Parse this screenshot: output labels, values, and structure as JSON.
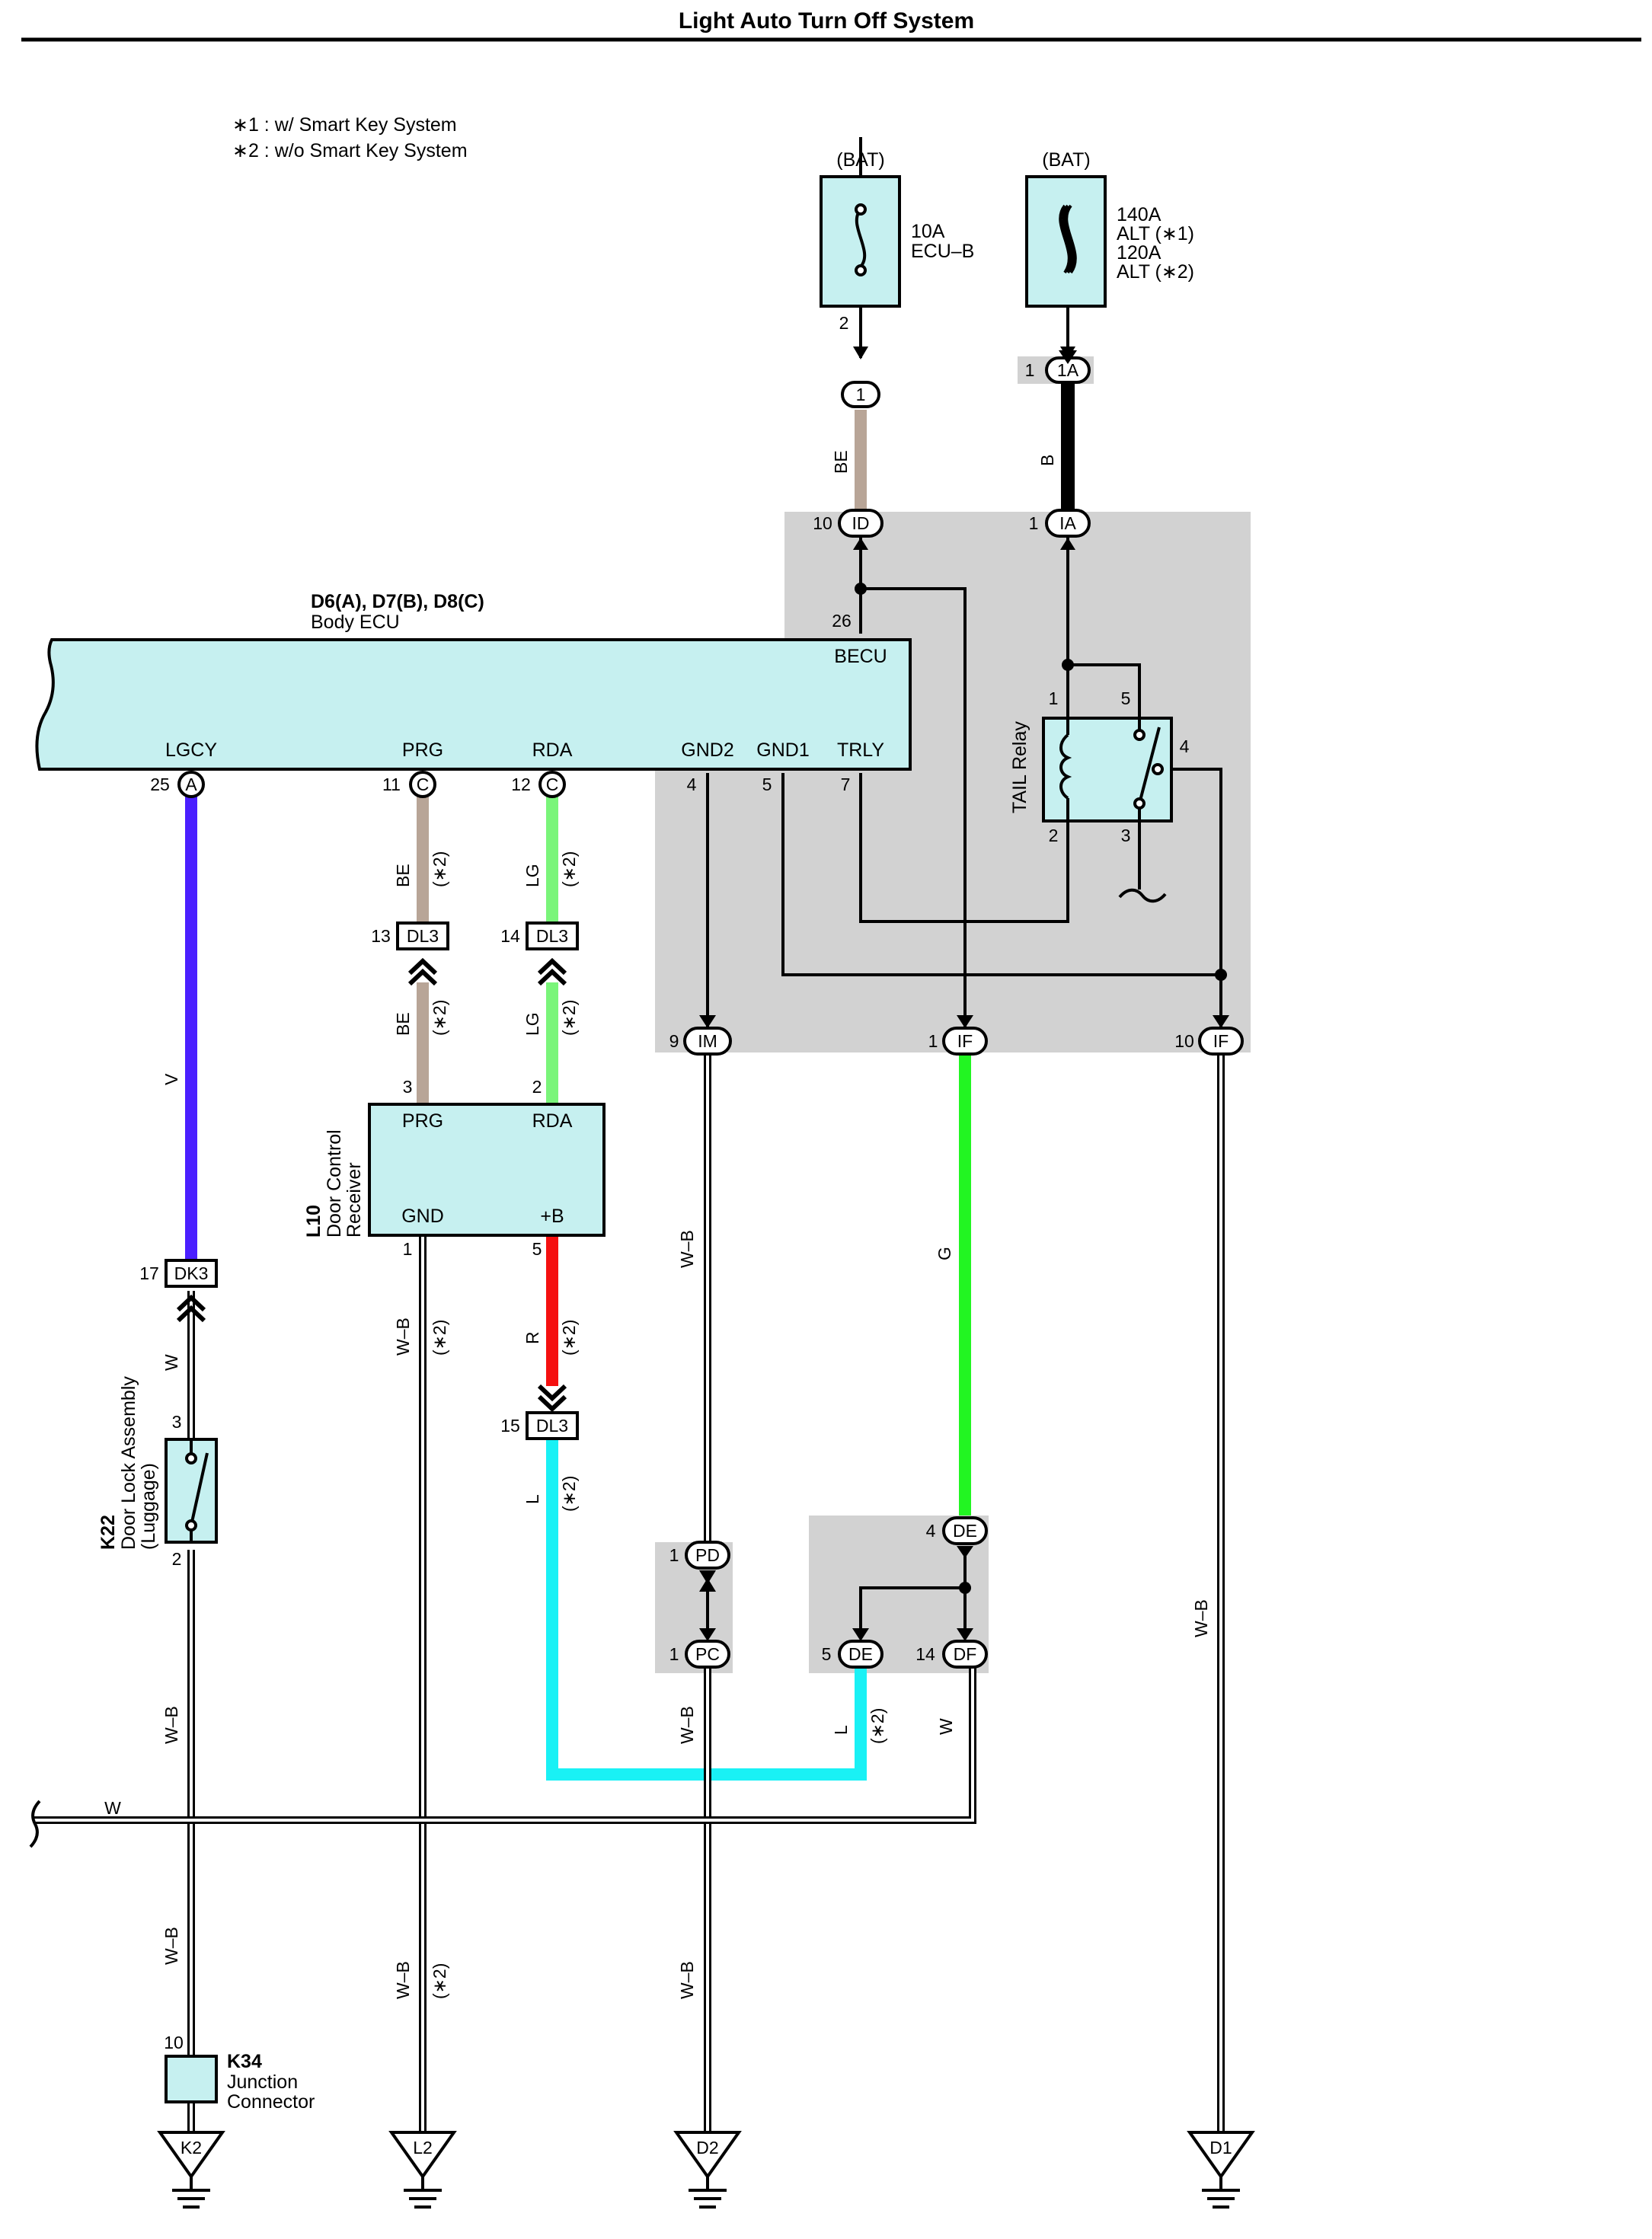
{
  "title": "Light Auto Turn Off System",
  "notes": [
    "∗1 : w/ Smart Key System",
    "∗2 : w/o Smart Key System"
  ],
  "bat1": {
    "label": "(BAT)",
    "fuse_lines": [
      "10A",
      "ECU–B"
    ],
    "pin": "2"
  },
  "bat2": {
    "label": "(BAT)",
    "fuse_lines": [
      "140A",
      "ALT (∗1)",
      "120A",
      "ALT (∗2)"
    ]
  },
  "ecu": {
    "ref": "D6(A), D7(B), D8(C)",
    "name": "Body ECU"
  },
  "ecu_terms": {
    "becu": "BECU",
    "lgcy": "LGCY",
    "prg": "PRG",
    "rda": "RDA",
    "gnd2": "GND2",
    "gnd1": "GND1",
    "trly": "TRLY"
  },
  "relay": {
    "name": "TAIL Relay",
    "p1": "1",
    "p2": "2",
    "p3": "3",
    "p4": "4",
    "p5": "5"
  },
  "receiver": {
    "ref": "L10",
    "name_lines": [
      "Door Control",
      "Receiver"
    ],
    "prg": "PRG",
    "rda": "RDA",
    "gnd": "GND",
    "b": "+B",
    "p3": "3",
    "p2": "2",
    "p1": "1",
    "p5": "5"
  },
  "door_lock": {
    "ref": "K22",
    "name_lines": [
      "Door Lock Assembly",
      "(Luggage)"
    ],
    "p3": "3",
    "p2": "2"
  },
  "junction": {
    "ref": "K34",
    "name_lines": [
      "Junction",
      "Connector"
    ],
    "pin": "10"
  },
  "connectors": {
    "c1": {
      "pin": "",
      "label": "1"
    },
    "c1a": {
      "pin": "1",
      "label": "1A"
    },
    "cid": {
      "pin": "10",
      "label": "ID"
    },
    "cia": {
      "pin": "1",
      "label": "IA"
    },
    "c26": {
      "pin": "26"
    },
    "ca": {
      "pin": "25",
      "label": "A"
    },
    "cc11": {
      "pin": "11",
      "label": "C"
    },
    "cc12": {
      "pin": "12",
      "label": "C"
    },
    "g4": {
      "pin": "4"
    },
    "g5": {
      "pin": "5"
    },
    "g7": {
      "pin": "7"
    },
    "dl3a": {
      "pin": "13",
      "label": "DL3"
    },
    "dl3b": {
      "pin": "14",
      "label": "DL3"
    },
    "dl3c": {
      "pin": "15",
      "label": "DL3"
    },
    "dk3": {
      "pin": "17",
      "label": "DK3"
    },
    "im": {
      "pin": "9",
      "label": "IM"
    },
    "if1": {
      "pin": "1",
      "label": "IF"
    },
    "if10": {
      "pin": "10",
      "label": "IF"
    },
    "pd": {
      "pin": "1",
      "label": "PD"
    },
    "pc": {
      "pin": "1",
      "label": "PC"
    },
    "de4": {
      "pin": "4",
      "label": "DE"
    },
    "de5": {
      "pin": "5",
      "label": "DE"
    },
    "df": {
      "pin": "14",
      "label": "DF"
    }
  },
  "wires": {
    "be1": "BE",
    "b": "B",
    "v": "V",
    "be2": "BE",
    "be3": "BE",
    "lg1": "LG",
    "lg2": "LG",
    "wb_im": "W–B",
    "g": "G",
    "wb_if": "W–B",
    "w_dk": "W",
    "wb_gnd": "W–B",
    "r": "R",
    "l1": "L",
    "l2": "L",
    "w_df": "W",
    "wb_k22": "W–B",
    "wb_pc": "W–B",
    "w_h": "W",
    "wb_k34": "W–B",
    "wb_l2": "W–B",
    "wb_d2": "W–B"
  },
  "note2": "(∗2)",
  "grounds": {
    "k2": "K2",
    "l2": "L2",
    "d2": "D2",
    "d1": "D1"
  },
  "colors": {
    "box_fill": "#c6f0f0",
    "shade": "#d2d2d2",
    "tan": "#b8a597",
    "violet": "#4a1fff",
    "light_green": "#7af57a",
    "green": "#22f522",
    "red": "#f51010",
    "cyan": "#19f1f5"
  }
}
